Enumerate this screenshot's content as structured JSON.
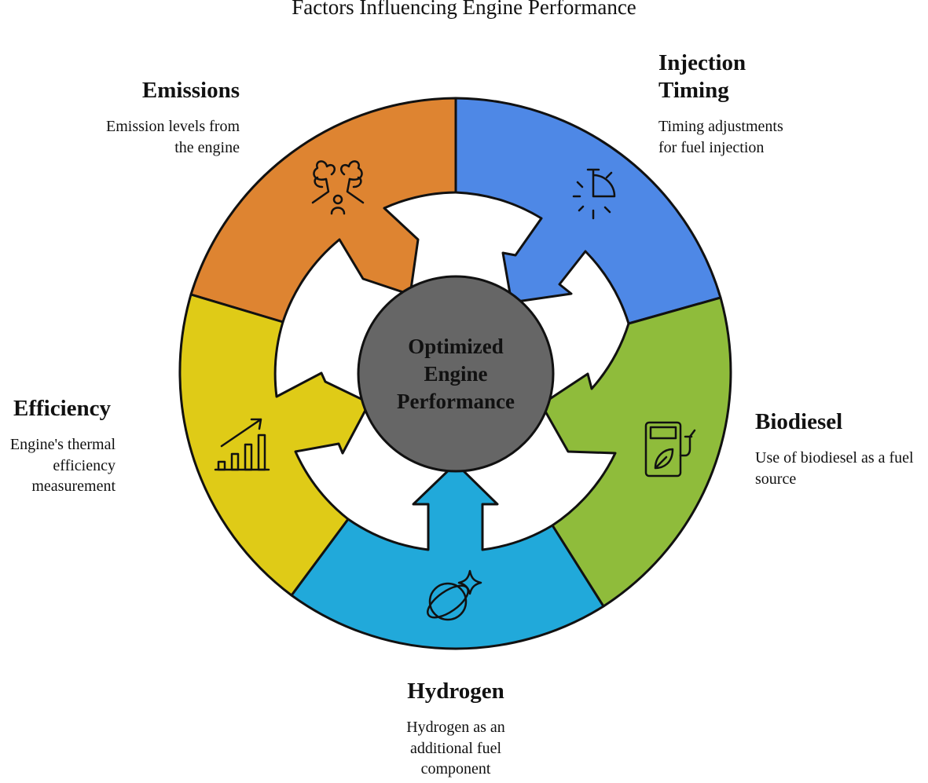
{
  "title": "Factors Influencing Engine Performance",
  "center": {
    "lines": [
      "Optimized",
      "Engine",
      "Performance"
    ],
    "color": "#666666"
  },
  "segments": [
    {
      "id": "emissions",
      "heading": "Emissions",
      "description": [
        "Emission levels from",
        "the engine"
      ],
      "color": "#DE8431",
      "icon": "trees-person-icon"
    },
    {
      "id": "injection",
      "heading": [
        "Injection",
        "Timing"
      ],
      "description": [
        "Timing adjustments",
        "for fuel injection"
      ],
      "color": "#4E88E6",
      "icon": "timer-icon"
    },
    {
      "id": "biodiesel",
      "heading": "Biodiesel",
      "description": [
        "Use of biodiesel as a fuel",
        "source"
      ],
      "color": "#8FBC3B",
      "icon": "fuel-pump-leaf-icon"
    },
    {
      "id": "hydrogen",
      "heading": "Hydrogen",
      "description": [
        "Hydrogen as an",
        "additional fuel",
        "component"
      ],
      "color": "#21A9DA",
      "icon": "atom-sparkle-icon"
    },
    {
      "id": "efficiency",
      "heading": "Efficiency",
      "description": [
        "Engine's thermal",
        "efficiency",
        "measurement"
      ],
      "color": "#DFCB17",
      "icon": "growth-chart-icon"
    }
  ]
}
